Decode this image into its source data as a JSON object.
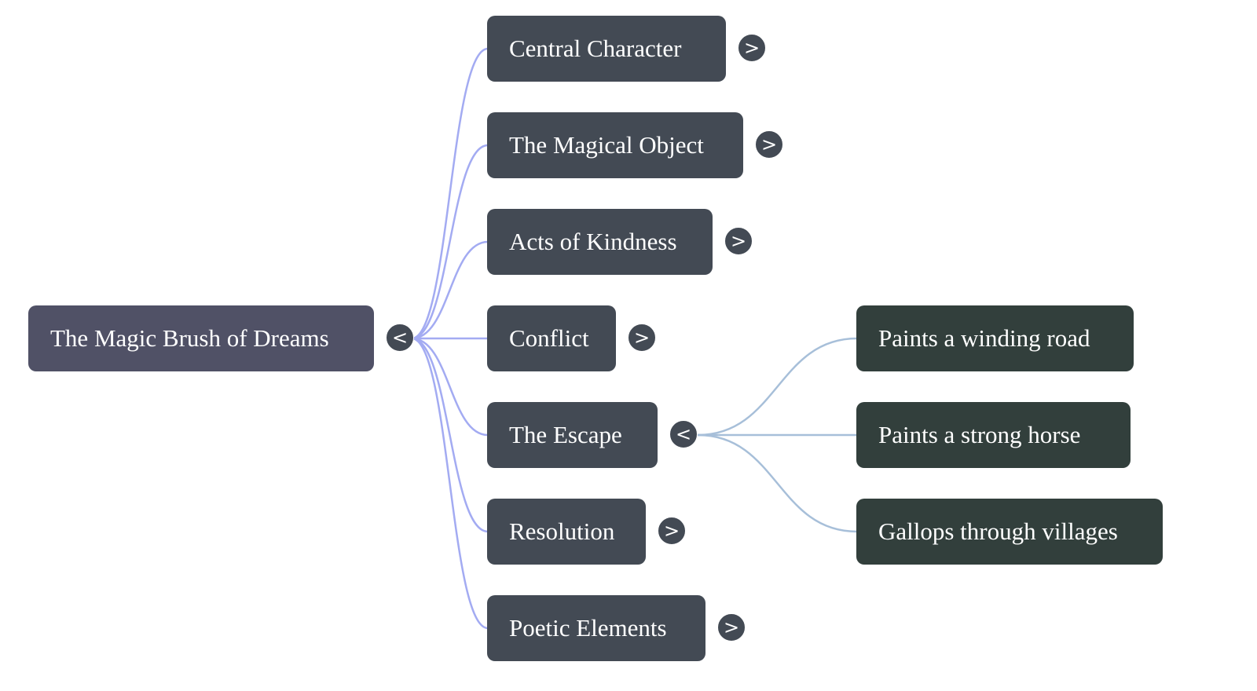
{
  "mindmap": {
    "root": {
      "label": "The Magic Brush of Dreams",
      "toggle": "<"
    },
    "branches": [
      {
        "label": "Central Character",
        "toggle": ">",
        "expanded": false
      },
      {
        "label": "The Magical Object",
        "toggle": ">",
        "expanded": false
      },
      {
        "label": "Acts of Kindness",
        "toggle": ">",
        "expanded": false
      },
      {
        "label": "Conflict",
        "toggle": ">",
        "expanded": false
      },
      {
        "label": "The Escape",
        "toggle": "<",
        "expanded": true,
        "children": [
          {
            "label": "Paints a winding road"
          },
          {
            "label": "Paints a strong horse"
          },
          {
            "label": "Gallops through villages"
          }
        ]
      },
      {
        "label": "Resolution",
        "toggle": ">",
        "expanded": false
      },
      {
        "label": "Poetic Elements",
        "toggle": ">",
        "expanded": false
      }
    ]
  },
  "colors": {
    "root_node": "#505166",
    "branch_node": "#434a54",
    "leaf_node": "#323f3c",
    "root_links": "#a3abf2",
    "escape_links": "#a7bfd9",
    "text": "#ffffff"
  }
}
